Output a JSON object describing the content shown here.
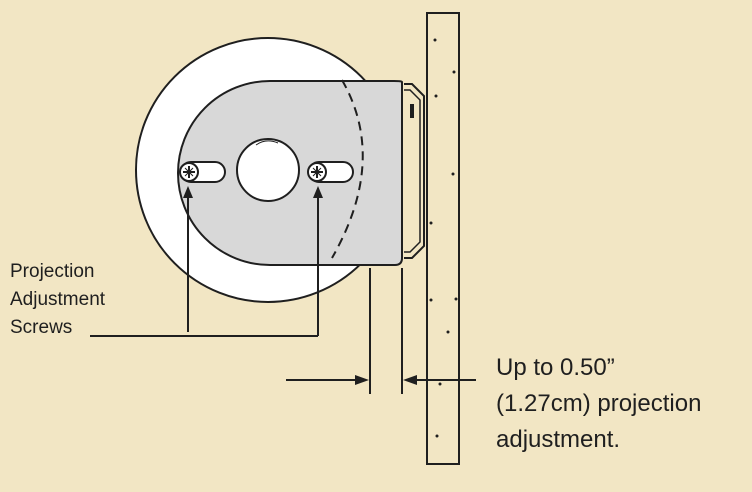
{
  "labels": {
    "projection_screws": {
      "line1": "Projection",
      "line2": "Adjustment",
      "line3": "Screws"
    },
    "projection_range": {
      "line1": "Up to 0.50”",
      "line2": "(1.27cm) projection",
      "line3": "adjustment."
    }
  },
  "colors": {
    "background": "#f2e6c4",
    "outline": "#1f1f1f",
    "plate_fill": "#d8d8d8",
    "disc_fill": "#ffffff"
  }
}
